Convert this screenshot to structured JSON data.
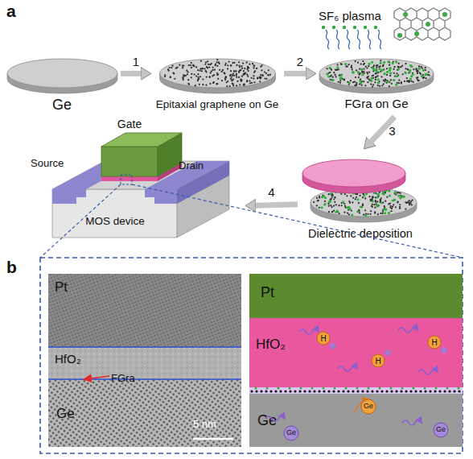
{
  "diagram": {
    "nodes": [
      {
        "text": [
          "Ge"
        ]
      },
      {
        "text": [
          "Epitaxial graphene on Ge"
        ]
      },
      {
        "text": [
          "FGra on Ge"
        ]
      },
      {
        "text": [
          "Dielectric deposition"
        ]
      },
      {
        "text": [
          "MOS device"
        ]
      },
      {
        "text": [
          "Gate"
        ],
        "in": 4
      },
      {
        "text": [
          "Pt",
          "HfO₂",
          "FGra",
          "Ge",
          "5 nm"
        ]
      },
      {
        "text": [
          "Pt"
        ]
      },
      {
        "text": [
          "HfO₂"
        ]
      },
      {
        "text": [
          "Ge"
        ]
      }
    ],
    "edges": [
      {
        "from": 0,
        "to": 1,
        "label": "1",
        "arrow": "to"
      },
      {
        "from": 1,
        "to": 2,
        "label": "2",
        "arrow": "to"
      },
      {
        "from": 2,
        "to": 3,
        "label": "3",
        "arrow": "to"
      },
      {
        "from": 3,
        "to": 4,
        "label": "4",
        "arrow": "to"
      }
    ],
    "labels": [
      "a",
      "SF₆ plasma",
      "Source",
      "Drain",
      "b",
      "H",
      "H",
      "H",
      "Ge",
      "Ge",
      "Ge"
    ]
  }
}
